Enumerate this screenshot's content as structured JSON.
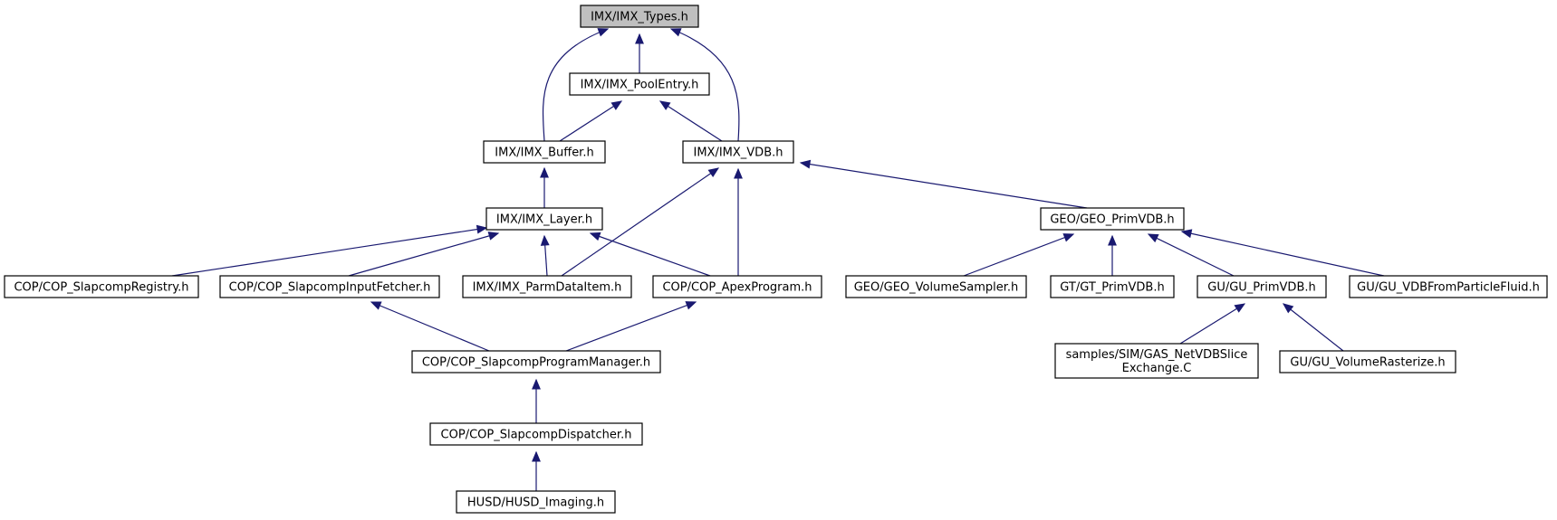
{
  "nodes": [
    {
      "id": "imx_types",
      "label": "IMX/IMX_Types.h",
      "root": true
    },
    {
      "id": "imx_poolentry",
      "label": "IMX/IMX_PoolEntry.h"
    },
    {
      "id": "imx_buffer",
      "label": "IMX/IMX_Buffer.h"
    },
    {
      "id": "imx_vdb",
      "label": "IMX/IMX_VDB.h"
    },
    {
      "id": "imx_layer",
      "label": "IMX/IMX_Layer.h"
    },
    {
      "id": "geo_primvdb",
      "label": "GEO/GEO_PrimVDB.h"
    },
    {
      "id": "cop_slapcompregistry",
      "label": "COP/COP_SlapcompRegistry.h"
    },
    {
      "id": "cop_slapcompinputfetcher",
      "label": "COP/COP_SlapcompInputFetcher.h"
    },
    {
      "id": "imx_parmdataitem",
      "label": "IMX/IMX_ParmDataItem.h"
    },
    {
      "id": "cop_apexprogram",
      "label": "COP/COP_ApexProgram.h"
    },
    {
      "id": "geo_volumesampler",
      "label": "GEO/GEO_VolumeSampler.h"
    },
    {
      "id": "gt_primvdb",
      "label": "GT/GT_PrimVDB.h"
    },
    {
      "id": "gu_primvdb",
      "label": "GU/GU_PrimVDB.h"
    },
    {
      "id": "gu_vdbfromparticlefluid",
      "label": "GU/GU_VDBFromParticleFluid.h"
    },
    {
      "id": "cop_slapcompprogrammanager",
      "label": "COP/COP_SlapcompProgramManager.h"
    },
    {
      "id": "gas_netvdbsliceexchange",
      "label": [
        "samples/SIM/GAS_NetVDBSlice",
        "Exchange.C"
      ]
    },
    {
      "id": "gu_volumerasterize",
      "label": "GU/GU_VolumeRasterize.h"
    },
    {
      "id": "cop_slapcompdispatcher",
      "label": "COP/COP_SlapcompDispatcher.h"
    },
    {
      "id": "husd_imaging",
      "label": "HUSD/HUSD_Imaging.h"
    }
  ],
  "edges": [
    [
      "imx_poolentry",
      "imx_types"
    ],
    [
      "imx_buffer",
      "imx_types"
    ],
    [
      "imx_vdb",
      "imx_types"
    ],
    [
      "imx_buffer",
      "imx_poolentry"
    ],
    [
      "imx_vdb",
      "imx_poolentry"
    ],
    [
      "imx_layer",
      "imx_buffer"
    ],
    [
      "geo_primvdb",
      "imx_vdb"
    ],
    [
      "imx_parmdataitem",
      "imx_vdb"
    ],
    [
      "cop_apexprogram",
      "imx_vdb"
    ],
    [
      "cop_slapcompregistry",
      "imx_layer"
    ],
    [
      "cop_slapcompinputfetcher",
      "imx_layer"
    ],
    [
      "imx_parmdataitem",
      "imx_layer"
    ],
    [
      "cop_apexprogram",
      "imx_layer"
    ],
    [
      "geo_volumesampler",
      "geo_primvdb"
    ],
    [
      "gt_primvdb",
      "geo_primvdb"
    ],
    [
      "gu_primvdb",
      "geo_primvdb"
    ],
    [
      "gu_vdbfromparticlefluid",
      "geo_primvdb"
    ],
    [
      "cop_slapcompprogrammanager",
      "cop_slapcompinputfetcher"
    ],
    [
      "cop_slapcompprogrammanager",
      "cop_apexprogram"
    ],
    [
      "gas_netvdbsliceexchange",
      "gu_primvdb"
    ],
    [
      "gu_volumerasterize",
      "gu_primvdb"
    ],
    [
      "cop_slapcompdispatcher",
      "cop_slapcompprogrammanager"
    ],
    [
      "husd_imaging",
      "cop_slapcompdispatcher"
    ]
  ]
}
